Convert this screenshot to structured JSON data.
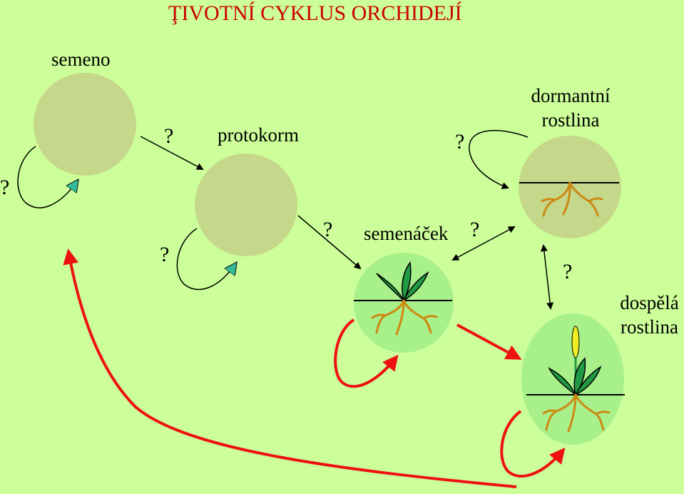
{
  "title": "ŢIVOTNÍ CYKLUS ORCHIDEJÍ",
  "stages": {
    "seed": "semeno",
    "protocorm": "protokorm",
    "seedling": "semenáček",
    "dormant_line1": "dormantní",
    "dormant_line2": "rostlina",
    "adult_line1": "dospělá",
    "adult_line2": "rostlina"
  },
  "question_mark": "?",
  "colors": {
    "background": "#ccff99",
    "title": "#cc0000",
    "seed_circle": "#c5d78a",
    "plant_circle": "#a8f08a",
    "red_arrow": "#ee1111",
    "teal_arrowhead": "#33bb99",
    "root": "#cc8811",
    "leaf": "#229944",
    "flower": "#eeee22"
  }
}
